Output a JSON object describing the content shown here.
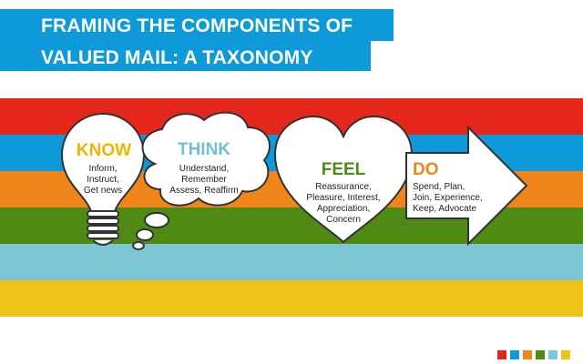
{
  "title": {
    "line1": "FRAMING THE COMPONENTS OF",
    "line2": "VALUED MAIL: A TAXONOMY",
    "background": "#0e9ad8"
  },
  "stripes": [
    "#e4261c",
    "#0e9ad8",
    "#f08519",
    "#4f8a14",
    "#7ec6d3",
    "#eec318"
  ],
  "stages": [
    {
      "heading": "KNOW",
      "lines": [
        "Inform,",
        "Instruct,",
        "Get news"
      ],
      "color": "#f0b400",
      "icon": "lightbulb-icon"
    },
    {
      "heading": "THINK",
      "lines": [
        "Understand,",
        "Remember",
        "Assess, Reaffirm"
      ],
      "color": "#6fc1cf",
      "icon": "thought-cloud-icon"
    },
    {
      "heading": "FEEL",
      "lines": [
        "Reassurance,",
        "Pleasure, Interest,",
        "Appreciation,",
        "Concern"
      ],
      "color": "#4f8a14",
      "icon": "heart-icon"
    },
    {
      "heading": "DO",
      "lines": [
        "Spend, Plan,",
        "Join, Experience,",
        "Keep, Advocate"
      ],
      "color": "#f08519",
      "icon": "arrow-right-icon"
    }
  ],
  "legend_colors": [
    "#e4261c",
    "#0e9ad8",
    "#f08519",
    "#4f8a14",
    "#7ec6d3",
    "#eec318"
  ]
}
